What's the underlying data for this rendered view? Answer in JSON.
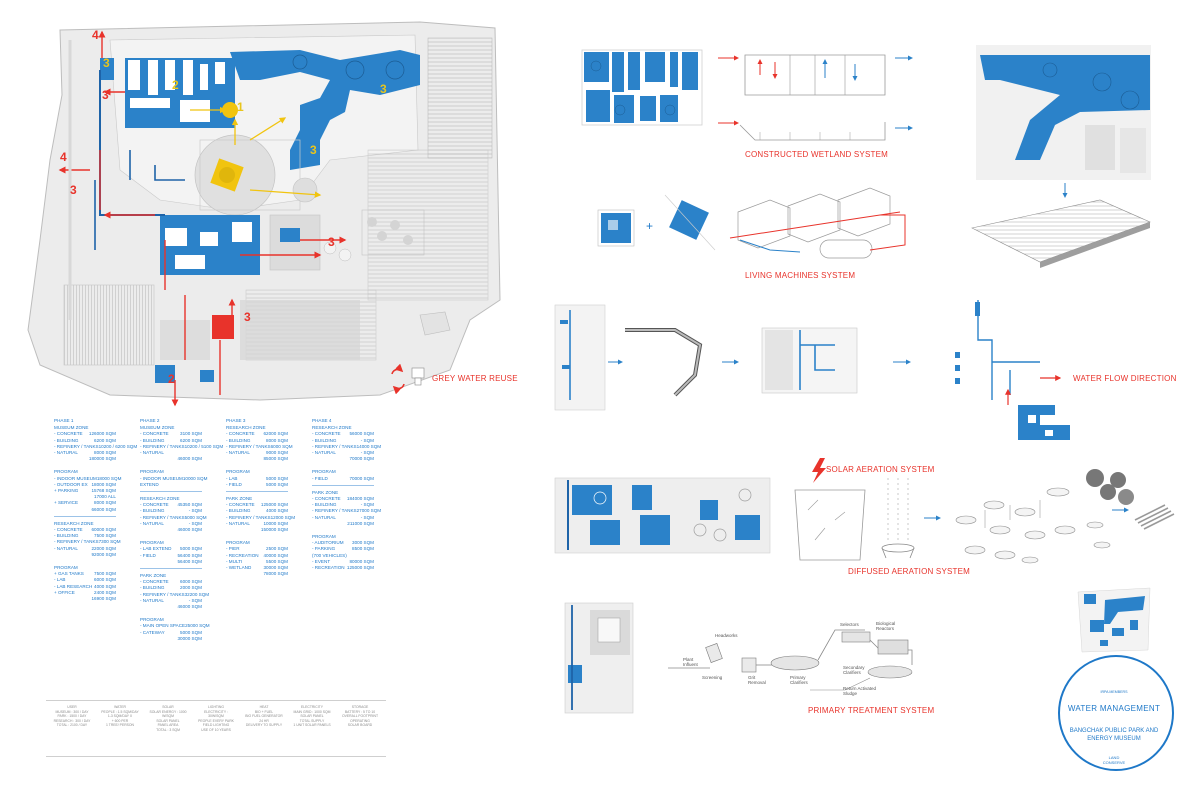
{
  "colors": {
    "accent_blue": "#1e78c8",
    "water_blue": "#2b82c9",
    "arrow_red": "#e8332b",
    "marker_yellow": "#f1c40f",
    "grey": "#cfcfcf"
  },
  "map": {
    "markers": [
      "4",
      "3",
      "3",
      "2",
      "1",
      "3",
      "3",
      "3",
      "4",
      "3",
      "3",
      "2"
    ],
    "legend_label": "GREY WATER REUSE",
    "legend_icon": "grey-water-reuse-icon"
  },
  "diagrams": {
    "constructed_wetland": "CONSTRUCTED WETLAND SYSTEM",
    "living_machines": "LIVING MACHINES SYSTEM",
    "water_flow": "WATER FLOW DIRECTION",
    "solar_aeration": "SOLAR AERATION SYSTEM",
    "diffused_aeration": "DIFFUSED AERATION SYSTEM",
    "primary_treatment": "PRIMARY TREATMENT SYSTEM",
    "process_labels": {
      "headworks": "Headworks",
      "plant_influent": "Plant Influent",
      "screening": "Screening",
      "grit_removal": "Grit Removal",
      "primary_clarifiers": "Primary Clarifiers",
      "selectors": "Selectors",
      "biological_reactors": "Biological Reactors",
      "secondary_clarifiers": "Secondary Clarifiers",
      "return_activated_sludge": "Return Activated Sludge"
    },
    "plus": "+"
  },
  "phases": [
    {
      "title": "PHASE 1",
      "blocks": [
        {
          "head": "MUSEUM ZONE",
          "rows": [
            [
              "- CONCRETE",
              "126000 SQM"
            ],
            [
              "- BUILDING",
              "6200 SQM"
            ],
            [
              "- REFINERY / TANKS",
              "10200 / 6200 SQM"
            ],
            [
              "- NATURAL",
              "8000 SQM"
            ],
            [
              "",
              "180000 SQM"
            ]
          ]
        },
        {
          "head": "PROGRAM",
          "rows": [
            [
              "- INDOOR MUSEUM",
              "18000 SQM"
            ],
            [
              "- OUTDOOR EX",
              "18000 SQM"
            ],
            [
              "+ PARKING",
              "15768 SQM"
            ],
            [
              "",
              "17000 ALL"
            ],
            [
              "+ SERVICE",
              "8000 SQM"
            ],
            [
              "",
              "66000 SQM"
            ]
          ]
        },
        {
          "head": "RESEARCH ZONE",
          "rows": [
            [
              "- CONCRETE",
              "60000 SQM"
            ],
            [
              "- BUILDING",
              "7500 SQM"
            ],
            [
              "- REFINERY / TANKS",
              "7300 SQM"
            ],
            [
              "- NATURAL",
              "22000 SQM"
            ],
            [
              "",
              "92000 SQM"
            ]
          ]
        },
        {
          "head": "PROGRAM",
          "rows": [
            [
              "+ GAS TANKS",
              "7500 SQM"
            ],
            [
              "- LAB",
              "6000 SQM"
            ],
            [
              "- LAB RESEARCH",
              "4000 SQM"
            ],
            [
              "+ OFFICE",
              "2400 SQM"
            ],
            [
              "",
              "16900 SQM"
            ]
          ]
        }
      ]
    },
    {
      "title": "PHASE 2",
      "blocks": [
        {
          "head": "MUSEUM ZONE",
          "rows": [
            [
              "- CONCRETE",
              "3100 SQM"
            ],
            [
              "- BUILDING",
              "6200 SQM"
            ],
            [
              "- REFINERY / TANKS",
              "10200 / 5100 SQM"
            ],
            [
              "- NATURAL",
              ""
            ],
            [
              "",
              "46000 SQM"
            ]
          ]
        },
        {
          "head": "PROGRAM",
          "rows": [
            [
              "- INDOOR MUSEUM",
              "10000 SQM"
            ],
            [
              "EXTEND",
              ""
            ]
          ]
        },
        {
          "head": "RESEARCH ZONE",
          "rows": [
            [
              "- CONCRETE",
              "45350 SQM"
            ],
            [
              "- BUILDING",
              "- SQM"
            ],
            [
              "- REFINERY / TANKS",
              "5000 SQM"
            ],
            [
              "- NATURAL",
              "- SQM"
            ],
            [
              "",
              "46000 SQM"
            ]
          ]
        },
        {
          "head": "PROGRAM",
          "rows": [
            [
              "- LAB EXTEND",
              "5000 SQM"
            ],
            [
              "- FIELD",
              "56400 SQM"
            ],
            [
              "",
              "56400 SQM"
            ]
          ]
        },
        {
          "head": "PARK ZONE",
          "rows": [
            [
              "- CONCRETE",
              "6000 SQM"
            ],
            [
              "- BUILDING",
              "2000 SQM"
            ],
            [
              "- REFINERY / TANKS",
              "32200 SQM"
            ],
            [
              "- NATURAL",
              "- SQM"
            ],
            [
              "",
              "46000 SQM"
            ]
          ]
        },
        {
          "head": "PROGRAM",
          "rows": [
            [
              "- MAIN OPEN SPACE",
              "25000 SQM"
            ],
            [
              "- CATEWAY",
              "5000 SQM"
            ],
            [
              "",
              "30000 SQM"
            ]
          ]
        }
      ]
    },
    {
      "title": "PHASE 3",
      "blocks": [
        {
          "head": "RESEARCH ZONE",
          "rows": [
            [
              "- CONCRETE",
              "62000 SQM"
            ],
            [
              "- BUILDING",
              "8000 SQM"
            ],
            [
              "- REFINERY / TANKS",
              "6000 SQM"
            ],
            [
              "- NATURAL",
              "9000 SQM"
            ],
            [
              "",
              "85000 SQM"
            ]
          ]
        },
        {
          "head": "PROGRAM",
          "rows": [
            [
              "- LAB",
              "5000 SQM"
            ],
            [
              "- FIELD",
              "5000 SQM"
            ]
          ]
        },
        {
          "head": "PARK ZONE",
          "rows": [
            [
              "- CONCRETE",
              "125000 SQM"
            ],
            [
              "- BUILDING",
              "4000 SQM"
            ],
            [
              "- REFINERY / TANKS",
              "12000 SQM"
            ],
            [
              "- NATURAL",
              "10000 SQM"
            ],
            [
              "",
              "150000 SQM"
            ]
          ]
        },
        {
          "head": "PROGRAM",
          "rows": [
            [
              "- PIER",
              "2500 SQM"
            ],
            [
              "- RECREATION",
              "40000 SQM"
            ],
            [
              "- MULTI",
              "5500 SQM"
            ],
            [
              "- WETLAND",
              "30000 SQM"
            ],
            [
              "",
              "78000 SQM"
            ]
          ]
        }
      ]
    },
    {
      "title": "PHASE 4",
      "blocks": [
        {
          "head": "RESEARCH ZONE",
          "rows": [
            [
              "- CONCRETE",
              "56000 SQM"
            ],
            [
              "- BUILDING",
              "- SQM"
            ],
            [
              "- REFINERY / TANKS",
              "14000 SQM"
            ],
            [
              "- NATURAL",
              "- SQM"
            ],
            [
              "",
              "70000 SQM"
            ]
          ]
        },
        {
          "head": "PROGRAM",
          "rows": [
            [
              "- FIELD",
              "70000 SQM"
            ]
          ]
        },
        {
          "head": "PARK ZONE",
          "rows": [
            [
              "- CONCRETE",
              "184000 SQM"
            ],
            [
              "- BUILDING",
              "- SQM"
            ],
            [
              "- REFINERY / TANKS",
              "27000 SQM"
            ],
            [
              "- NATURAL",
              "- SQM"
            ],
            [
              "",
              "211000 SQM"
            ]
          ]
        },
        {
          "head": "PROGRAM",
          "rows": [
            [
              "- AUDITORIUM",
              "3000 SQM"
            ],
            [
              "- PARKING",
              "8500 SQM"
            ],
            [
              "(700 VEHICLES)",
              ""
            ],
            [
              "- EVENT",
              "80000 SQM"
            ],
            [
              "- RECREATION",
              "125000 SQM"
            ]
          ]
        }
      ]
    }
  ],
  "bottom_notes": [
    [
      "USER",
      "MUSEUM : 300 / DAY",
      "PARK : 1500 / DAY",
      "RESEARCH : 300 / DAY",
      "TOTAL : 2100 / DAY"
    ],
    [
      "WATER",
      "PEOPLE : 1.5 SQM/DAY",
      "1-3 SQM/DAY X",
      "+ 600 PER",
      "1 TREE/ PERSON"
    ],
    [
      "SOLAR",
      "SOLAR ENERGY : 1000 W/SQM",
      "SOLAR PANEL",
      "PANEL AREA",
      "TOTAL : 3 SQM"
    ],
    [
      "LIGHTING",
      "ELECTRICITY : 30W/SQM",
      "PEOPLE EVERY PARK",
      "FIELD LIGHTING",
      "USE OF 10 YEARS"
    ],
    [
      "HEAT",
      "BIO + FUEL",
      "BIO FUEL GENERATOR",
      "24 HR",
      "DELIVERY TO SUPPLY"
    ],
    [
      "ELECTRICITY",
      "MAIN GRID : 1000 SQM",
      "SOLAR PANEL",
      "TOTAL SUPPLY",
      "1 UNIT SOLAR PANELS"
    ],
    [
      "STORAGE",
      "BATTERY : 5 TO 10",
      "OVERALL FOOTPRINT",
      "OPERATING",
      "SOLAR BOARD"
    ]
  ],
  "badge": {
    "logo_text": "IRPA MEMBERS",
    "title": "WATER MANAGEMENT",
    "subtitle_1": "BANGCHAK PUBLIC PARK AND",
    "subtitle_2": "ENERGY MUSEUM",
    "foot_1": "LAND",
    "foot_2": "CONSERVE"
  }
}
